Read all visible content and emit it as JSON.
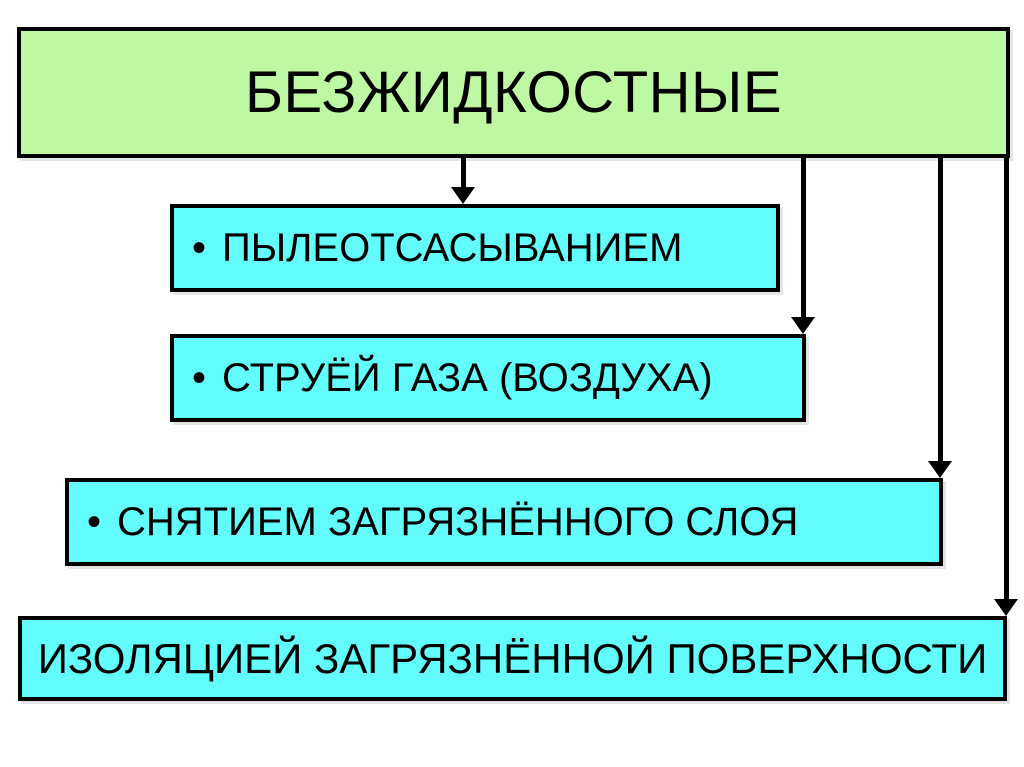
{
  "slide": {
    "title": "БЕЗЖИДКОСТНЫЕ",
    "items": [
      {
        "bullet": "•",
        "label": "ПЫЛЕОТСАСЫВАНИЕМ"
      },
      {
        "bullet": "•",
        "label": "СТРУЁЙ ГАЗА (ВОЗДУХА)"
      },
      {
        "bullet": "•",
        "label": "СНЯТИЕМ ЗАГРЯЗНЁННОГО СЛОЯ"
      },
      {
        "bullet": "",
        "label": "ИЗОЛЯЦИЕЙ ЗАГРЯЗНЁННОЙ ПОВЕРХНОСТИ"
      }
    ],
    "colors": {
      "title_bg": "#BEF8A2",
      "item_bg": "#63FCFC",
      "border": "#000000",
      "background": "#FFFFFF"
    }
  }
}
